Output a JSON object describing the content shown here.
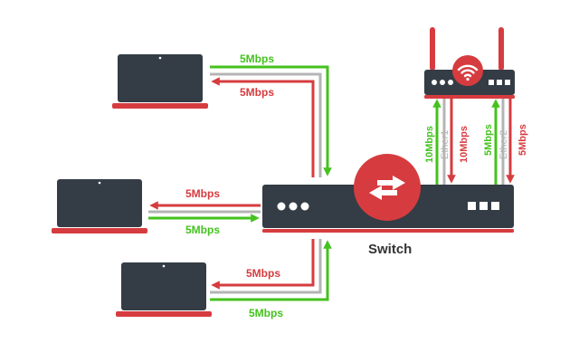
{
  "colors": {
    "device": "#343c45",
    "accent": "#d63c3f",
    "green": "#44c21e",
    "gray": "#b4b4b4",
    "text_dark": "#333333"
  },
  "switch": {
    "label": "Switch",
    "icon": "bidirectional-arrows-icon"
  },
  "router": {
    "icon": "wifi-icon"
  },
  "links": {
    "laptop_top": {
      "up": "5Mbps",
      "down": "5Mbps"
    },
    "laptop_left": {
      "down": "5Mbps",
      "up": "5Mbps"
    },
    "laptop_bottom": {
      "down": "5Mbps",
      "up": "5Mbps"
    },
    "ether1": {
      "port": "Ether1",
      "up": "10Mbps",
      "down": "10Mbps"
    },
    "ether2": {
      "port": "Ether2",
      "up": "5Mbps",
      "down": "5Mbps"
    }
  }
}
